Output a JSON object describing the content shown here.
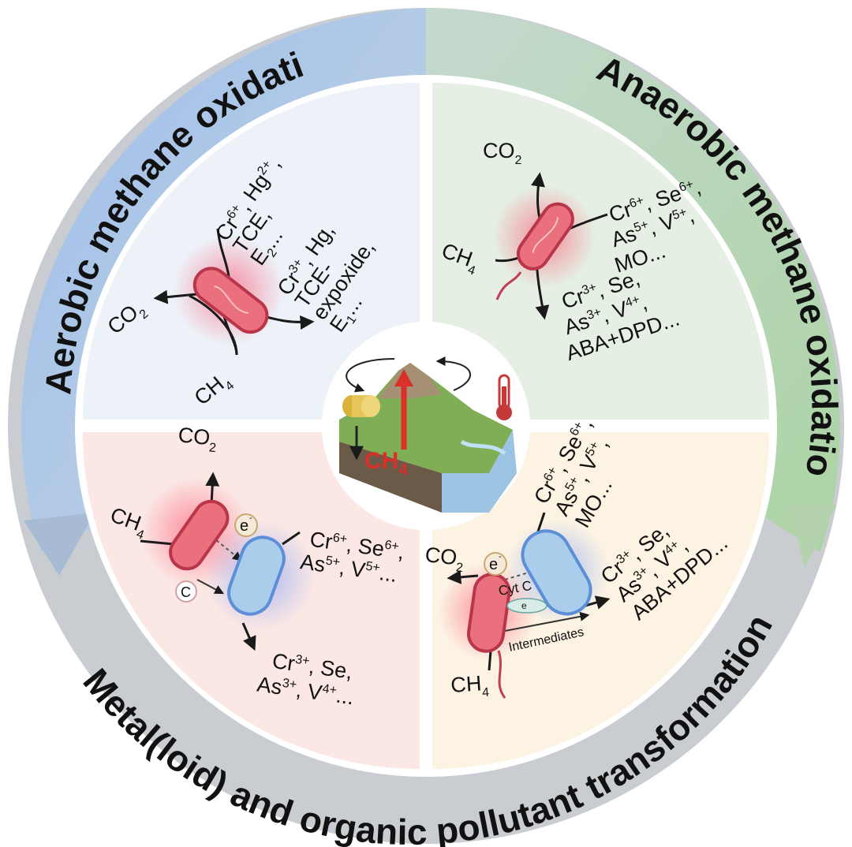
{
  "ring_titles": {
    "aerobic": "Aerobic methane oxidation",
    "anaerobic": "Anaerobic methane oxidation",
    "metal": "Metal(loid) and organic pollutant transformation"
  },
  "colors": {
    "ring_blue": "#a9c3e6",
    "ring_green": "#b8d6b2",
    "ring_gray": "#c8cbd0",
    "quad_tl": "#eef3f8",
    "quad_tr": "#e6f0e4",
    "quad_bl": "#fbe9e6",
    "quad_br": "#fbf3e4",
    "methanotroph": "#e06b78",
    "partner": "#a9cdea",
    "ch4_red": "#d9302a"
  },
  "icons": [
    "methanotroph-cell-icon",
    "partner-cell-icon",
    "electron-icon",
    "thermometer-icon",
    "landscape-icon",
    "barrel-icon"
  ],
  "quadrant_tl": {
    "co2": "CO",
    "co2_sub": "2",
    "ch4": "CH",
    "ch4_sub": "4",
    "in_line1_a": "Cr",
    "in_line1_a_sup": "6+",
    "in_line1_b": ", Hg",
    "in_line1_b_sup": "2+",
    "in_line1_c": ",",
    "in_line2": "TCE,",
    "in_line3_a": "E",
    "in_line3_sub": "2",
    "in_line3_b": "...",
    "out_line1_a": "Cr",
    "out_line1_sup": "3+",
    "out_line1_b": ", Hg,",
    "out_line2": "TCE-",
    "out_line3": "expoxide,",
    "out_line4_a": "E",
    "out_line4_sub": "1",
    "out_line4_b": "..."
  },
  "quadrant_tr": {
    "co2": "CO",
    "co2_sub": "2",
    "ch4": "CH",
    "ch4_sub": "4",
    "in_line1_a": "Cr",
    "in_line1_sup": "6+",
    "in_line1_b": ", Se",
    "in_line1_sup2": "6+",
    "in_line1_c": ",",
    "in_line2_a": "As",
    "in_line2_sup": "5+",
    "in_line2_b": ", V",
    "in_line2_sup2": "5+",
    "in_line2_c": ",",
    "in_line3": "MO...",
    "out_line1_a": "Cr",
    "out_line1_sup": "3+",
    "out_line1_b": ", Se,",
    "out_line2_a": "As",
    "out_line2_sup": "3+",
    "out_line2_b": ", V",
    "out_line2_sup2": "4+",
    "out_line2_c": ",",
    "out_line3": "ABA+DPD..."
  },
  "quadrant_bl": {
    "co2": "CO",
    "co2_sub": "2",
    "ch4": "CH",
    "ch4_sub": "4",
    "electron": "e",
    "electron_sup": "-",
    "carbon": "C",
    "in_line1_a": "Cr",
    "in_line1_sup": "6+",
    "in_line1_b": ", Se",
    "in_line1_sup2": "6+",
    "in_line1_c": ",",
    "in_line2_a": "As",
    "in_line2_sup": "5+",
    "in_line2_b": ", V",
    "in_line2_sup2": "5+",
    "in_line2_c": "...",
    "out_line1_a": "Cr",
    "out_line1_sup": "3+",
    "out_line1_b": ", Se,",
    "out_line2_a": "As",
    "out_line2_sup": "3+",
    "out_line2_b": ", V",
    "out_line2_sup2": "4+",
    "out_line2_c": "..."
  },
  "quadrant_br": {
    "co2": "CO",
    "co2_sub": "2",
    "ch4": "CH",
    "ch4_sub": "4",
    "electron": "e",
    "electron_sup": "-",
    "electron_small": "e",
    "cyt": "Cyt C",
    "intermediates": "Intermediates",
    "in_line1_a": "Cr",
    "in_line1_sup": "6+",
    "in_line1_b": ", Se",
    "in_line1_sup2": "6+",
    "in_line1_c": ",",
    "in_line2_a": "As",
    "in_line2_sup": "5+",
    "in_line2_b": ", V",
    "in_line2_sup2": "5+",
    "in_line2_c": ",",
    "in_line3": "MO...",
    "out_line1_a": "Cr",
    "out_line1_sup": "3+",
    "out_line1_b": ", Se,",
    "out_line2_a": "As",
    "out_line2_sup": "3+",
    "out_line2_b": ", V",
    "out_line2_sup2": "4+",
    "out_line2_c": ",",
    "out_line3": "ABA+DPD..."
  },
  "center": {
    "ch4": "CH",
    "ch4_sub": "4"
  }
}
